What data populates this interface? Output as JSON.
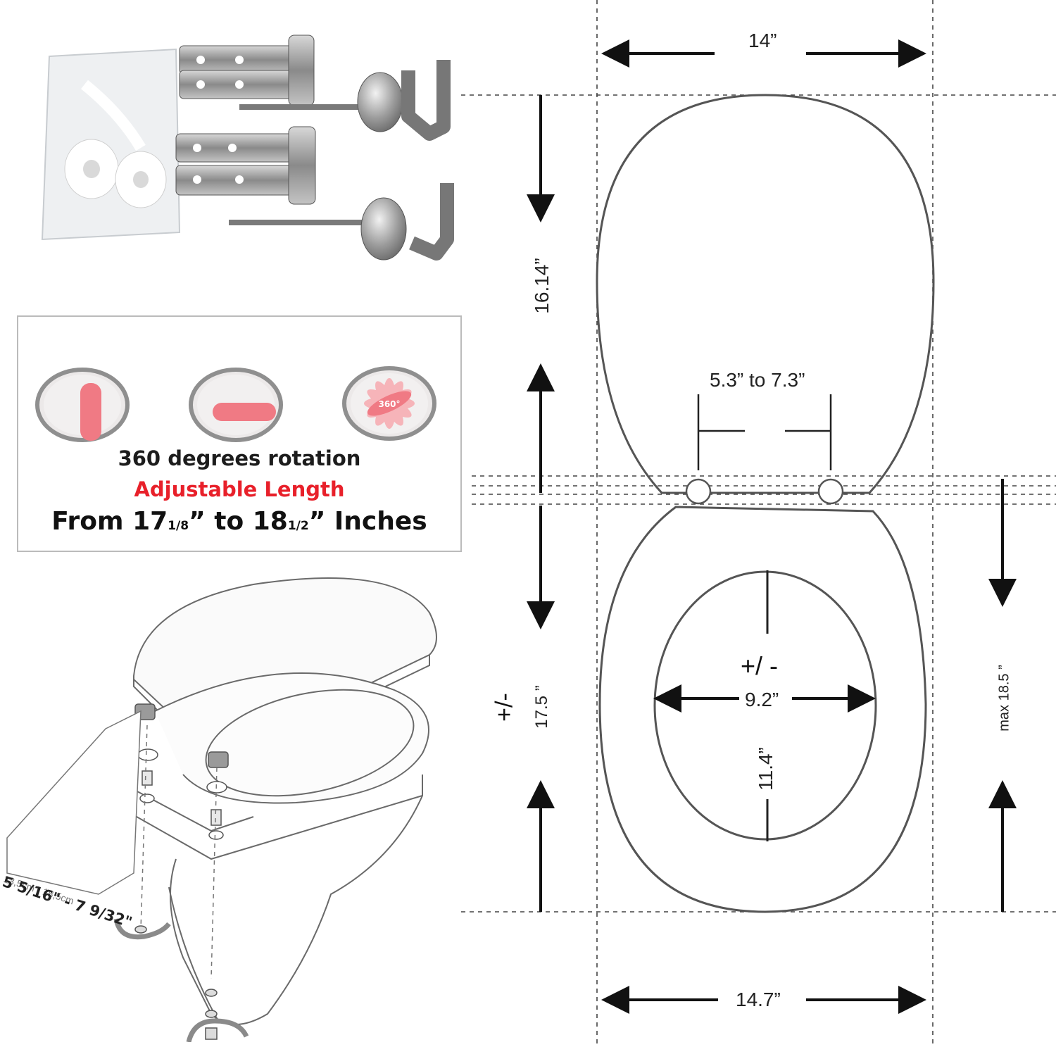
{
  "dimensions": {
    "top_width": "14”",
    "lid_length": "16.14”",
    "hinge_spacing": "5.3” to 7.3”",
    "inner_width_pm": "+/ -",
    "inner_width": "9.2”",
    "inner_length": "11.4”",
    "seat_length_pm": "+/-",
    "seat_length": "17.5 ”",
    "max_length": "max 18.5 ”",
    "bottom_width": "14.7”"
  },
  "info_box": {
    "line1": "360 degrees rotation",
    "line2": "Adjustable Length",
    "line3_prefix": "From 17",
    "line3_frac1": "1/8",
    "line3_mid": "” to 18",
    "line3_frac2": "1/2",
    "line3_suffix": "” Inches",
    "badge": "360°"
  },
  "install": {
    "range_main": "5 5/16\" - 7 9/32\"",
    "range_metric": "13,5cm - 18,5cm"
  },
  "colors": {
    "accent_red": "#e8202a",
    "pink": "#f07a84"
  }
}
